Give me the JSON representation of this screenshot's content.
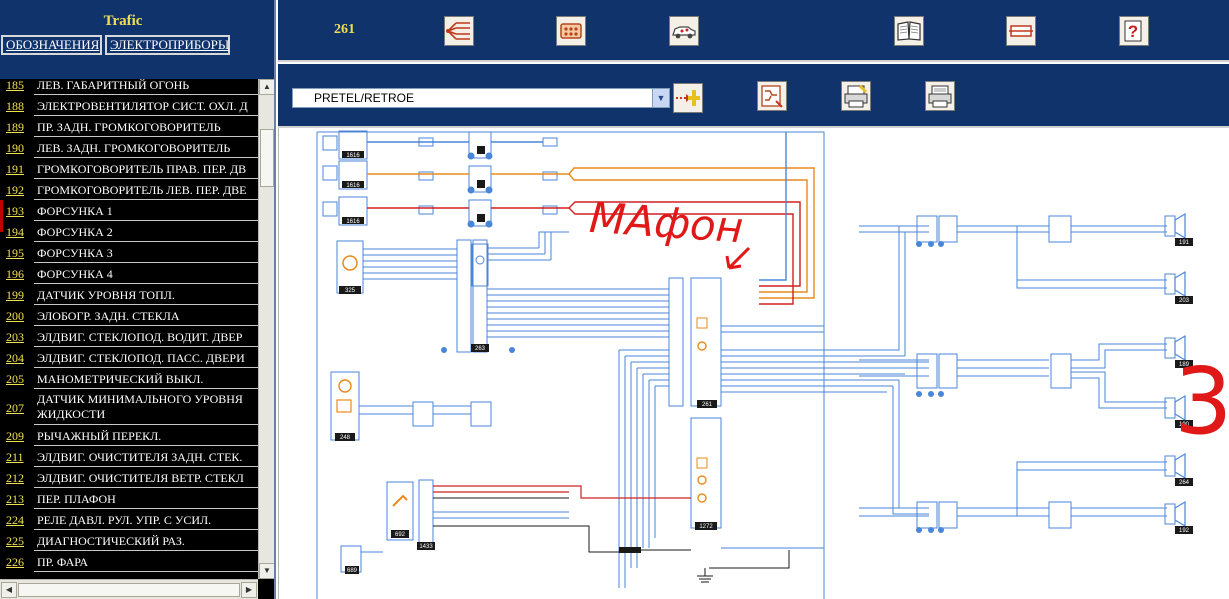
{
  "app": {
    "title": "Trafic",
    "tabs": [
      "ОБОЗНАЧЕНИЯ",
      "ЭЛЕКТРОПРИБОРЫ"
    ]
  },
  "toolbar": {
    "page_number": "261",
    "selected_option": "PRETEL/RETROE"
  },
  "components": [
    {
      "num": "185",
      "name": "ЛЕВ. ГАБАРИТНЫЙ ОГОНЬ"
    },
    {
      "num": "188",
      "name": "ЭЛЕКТРОВЕНТИЛЯТОР СИСТ. ОХЛ. Д"
    },
    {
      "num": "189",
      "name": "ПР. ЗАДН. ГРОМКОГОВОРИТЕЛЬ"
    },
    {
      "num": "190",
      "name": "ЛЕВ. ЗАДН. ГРОМКОГОВОРИТЕЛЬ"
    },
    {
      "num": "191",
      "name": "ГРОМКОГОВОРИТЕЛЬ ПРАВ. ПЕР. ДВ"
    },
    {
      "num": "192",
      "name": "ГРОМКОГОВОРИТЕЛЬ ЛЕВ. ПЕР. ДВЕ"
    },
    {
      "num": "193",
      "name": "ФОРСУНКА 1"
    },
    {
      "num": "194",
      "name": "ФОРСУНКА 2"
    },
    {
      "num": "195",
      "name": "ФОРСУНКА 3"
    },
    {
      "num": "196",
      "name": "ФОРСУНКА 4"
    },
    {
      "num": "199",
      "name": "ДАТЧИК УРОВНЯ ТОПЛ."
    },
    {
      "num": "200",
      "name": "ЭЛОБОГР. ЗАДН. СТЕКЛА"
    },
    {
      "num": "203",
      "name": "ЭЛДВИГ. СТЕКЛОПОД. ВОДИТ. ДВЕР"
    },
    {
      "num": "204",
      "name": "ЭЛДВИГ. СТЕКЛОПОД. ПАСС. ДВЕРИ"
    },
    {
      "num": "205",
      "name": "МАНОМЕТРИЧЕСКИЙ ВЫКЛ."
    },
    {
      "num": "207",
      "name": "ДАТЧИК МИНИМАЛЬНОГО УРОВНЯ ЖИДКОСТИ"
    },
    {
      "num": "209",
      "name": "РЫЧАЖНЫЙ ПЕРЕКЛ."
    },
    {
      "num": "211",
      "name": "ЭЛДВИГ. ОЧИСТИТЕЛЯ ЗАДН. СТЕК."
    },
    {
      "num": "212",
      "name": "ЭЛДВИГ. ОЧИСТИТЕЛЯ ВЕТР. СТЕКЛ"
    },
    {
      "num": "213",
      "name": "ПЕР. ПЛАФОН"
    },
    {
      "num": "224",
      "name": "РЕЛЕ ДАВЛ. РУЛ. УПР. С УСИЛ."
    },
    {
      "num": "225",
      "name": "ДИАГНОСТИЧЕСКИЙ РАЗ."
    },
    {
      "num": "226",
      "name": "ПР. ФАРА"
    }
  ],
  "diagram": {
    "annotation": "МАфон",
    "annotation_number": "3",
    "labels": [
      "1616",
      "1616",
      "1616",
      "325",
      "263",
      "261",
      "1272",
      "248",
      "692",
      "1433",
      "689",
      "191",
      "203",
      "189",
      "190",
      "264",
      "192"
    ]
  }
}
